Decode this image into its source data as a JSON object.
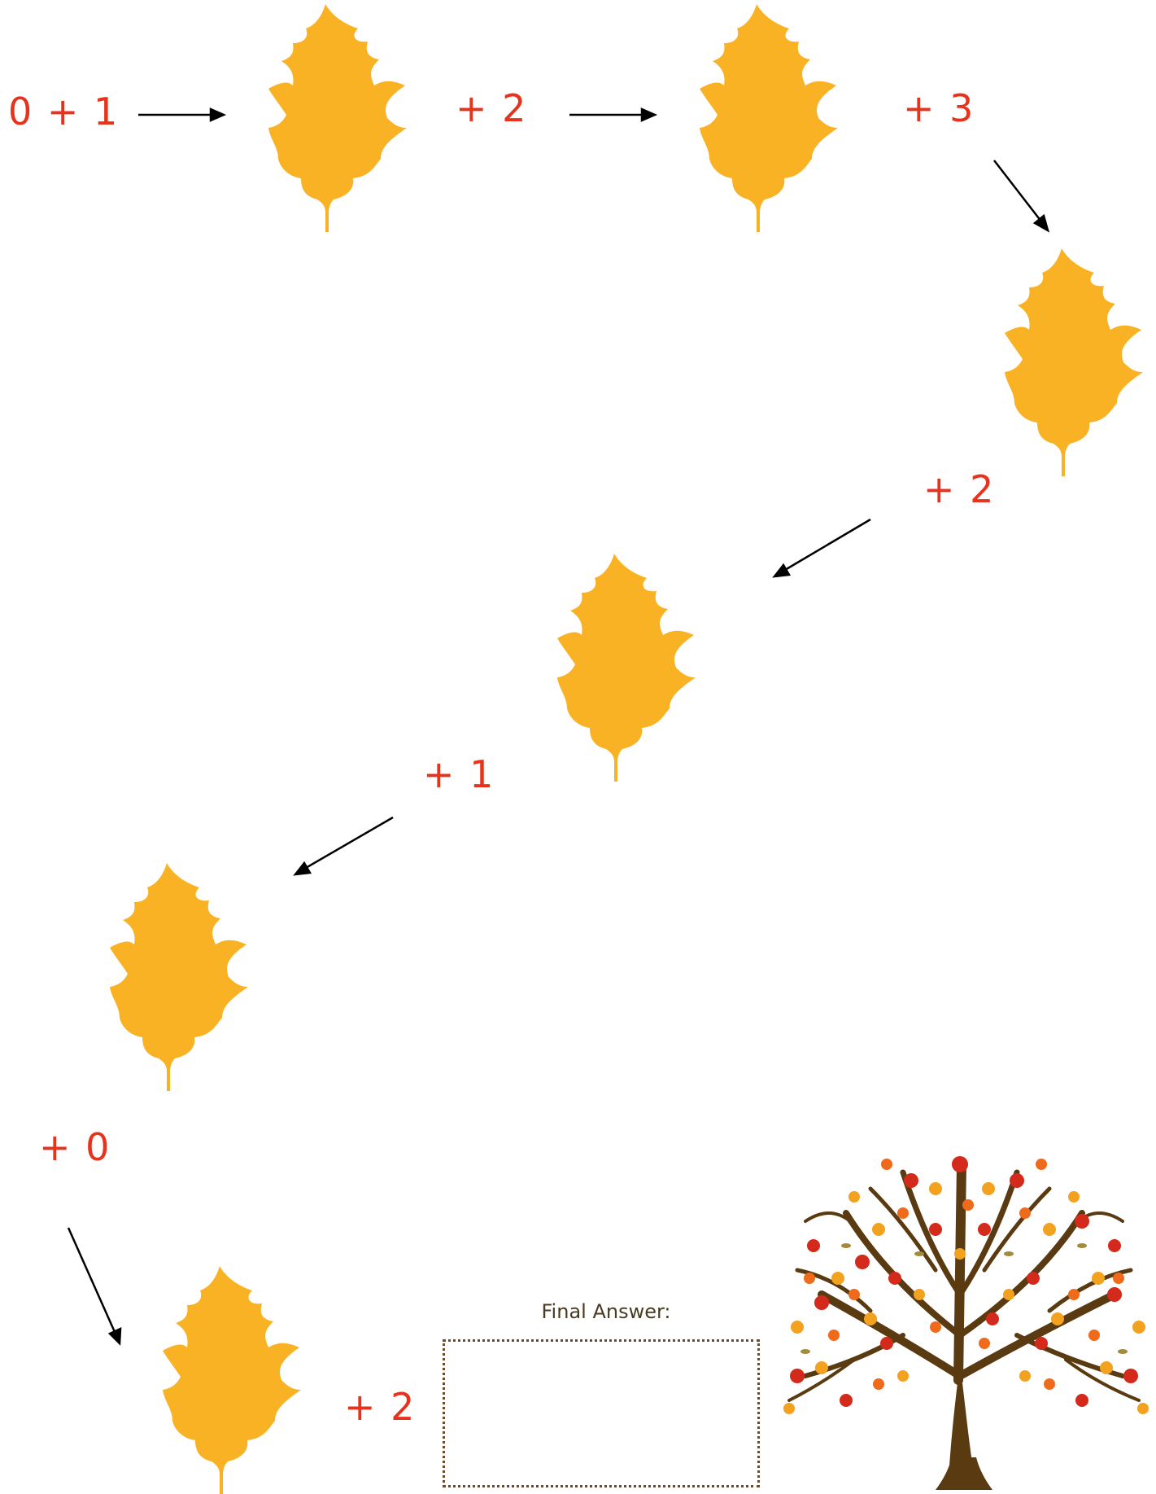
{
  "expressions": {
    "start": "0 + 1",
    "step2": "+ 2",
    "step3": "+ 3",
    "step4": "+ 2",
    "step5": "+ 1",
    "step6": "+ 0",
    "step7": "+ 2"
  },
  "final_answer": {
    "label": "Final Answer:",
    "value": ""
  },
  "colors": {
    "expression_text": "#e8331c",
    "leaf_fill": "#f9b223",
    "arrow": "#000000",
    "tree_trunk": "#5a3a10"
  },
  "icons": {
    "leaf": "oak-leaf-icon",
    "arrow": "arrow-icon",
    "tree": "autumn-tree-illustration"
  }
}
